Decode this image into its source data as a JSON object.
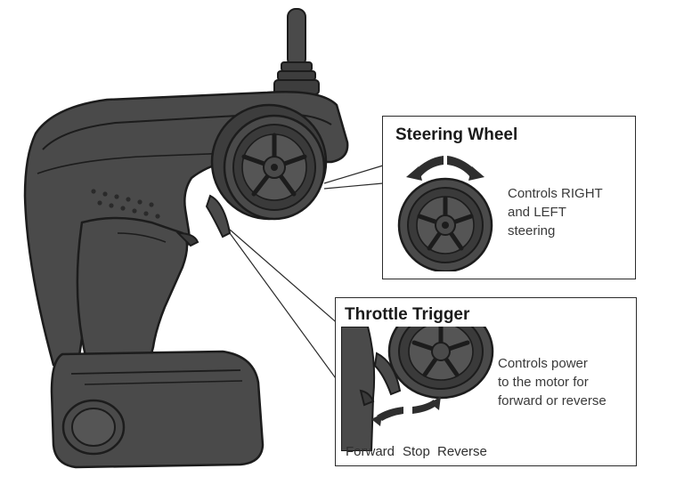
{
  "steering": {
    "title": "Steering Wheel",
    "description_lines": [
      "Controls RIGHT",
      "and LEFT",
      "steering"
    ]
  },
  "throttle": {
    "title": "Throttle Trigger",
    "description_lines": [
      "Controls power",
      "to the motor for",
      "forward or reverse"
    ],
    "positions": [
      "Forward",
      "Stop",
      "Reverse"
    ]
  },
  "colors": {
    "body": "#4a4a4a",
    "body_dark": "#2e2e2e",
    "body_light": "#6a6a6a",
    "outline": "#1c1c1c",
    "border": "#2b2b2b"
  },
  "icons": {
    "transmitter": "rc-transmitter-illustration",
    "wheel": "steering-wheel-icon",
    "trigger": "throttle-trigger-icon",
    "arrows": "direction-arrow-icon"
  }
}
